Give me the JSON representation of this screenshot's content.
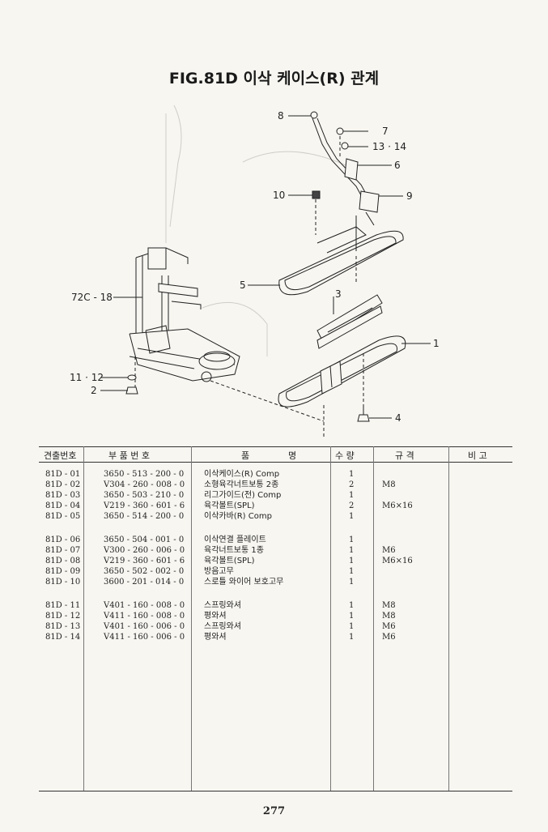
{
  "title": "FIG.81D 이삭 케이스(R) 관계",
  "callouts": {
    "c8": "8",
    "c7": "7",
    "c1314": "13 · 14",
    "c6": "6",
    "c10": "10",
    "c9": "9",
    "c5": "5",
    "c72c18": "72C - 18",
    "c3": "3",
    "c1": "1",
    "c1112": "11 · 12",
    "c2": "2",
    "c4": "4"
  },
  "table": {
    "headers": {
      "no": "견출번호",
      "part": "부 품 번 호",
      "name_1": "품",
      "name_2": "명",
      "qty": "수 량",
      "spec": "규 격",
      "remark": "비 고"
    },
    "rows": [
      {
        "no": "81D - 01",
        "part": "3650 - 513 - 200 - 0",
        "name": "이삭케이스(R) Comp",
        "qty": "1",
        "spec": ""
      },
      {
        "no": "81D - 02",
        "part": "V304 - 260 - 008 - 0",
        "name": "소형육각너트보통 2종",
        "qty": "2",
        "spec": "M8"
      },
      {
        "no": "81D - 03",
        "part": "3650 - 503 - 210 - 0",
        "name": "리그가이드(전) Comp",
        "qty": "1",
        "spec": ""
      },
      {
        "no": "81D - 04",
        "part": "V219 - 360 - 601 - 6",
        "name": "육각볼트(SPL)",
        "qty": "2",
        "spec": "M6×16"
      },
      {
        "no": "81D - 05",
        "part": "3650 - 514 - 200 - 0",
        "name": "이삭카바(R) Comp",
        "qty": "1",
        "spec": ""
      },
      {
        "no": "81D - 06",
        "part": "3650 - 504 - 001 - 0",
        "name": "이삭연결 플레이트",
        "qty": "1",
        "spec": ""
      },
      {
        "no": "81D - 07",
        "part": "V300 - 260 - 006 - 0",
        "name": "육각너트보통 1종",
        "qty": "1",
        "spec": "M6"
      },
      {
        "no": "81D - 08",
        "part": "V219 - 360 - 601 - 6",
        "name": "육각볼트(SPL)",
        "qty": "1",
        "spec": "M6×16"
      },
      {
        "no": "81D - 09",
        "part": "3650 - 502 - 002 - 0",
        "name": "방음고무",
        "qty": "1",
        "spec": ""
      },
      {
        "no": "81D - 10",
        "part": "3600 - 201 - 014 - 0",
        "name": "스로틀 와이어 보호고무",
        "qty": "1",
        "spec": ""
      },
      {
        "no": "81D - 11",
        "part": "V401 - 160 - 008 - 0",
        "name": "스프링와셔",
        "qty": "1",
        "spec": "M8"
      },
      {
        "no": "81D - 12",
        "part": "V411 - 160 - 008 - 0",
        "name": "평와셔",
        "qty": "1",
        "spec": "M8"
      },
      {
        "no": "81D - 13",
        "part": "V401 - 160 - 006 - 0",
        "name": "스프링와셔",
        "qty": "1",
        "spec": "M6"
      },
      {
        "no": "81D - 14",
        "part": "V411 - 160 - 006 - 0",
        "name": "평와셔",
        "qty": "1",
        "spec": "M6"
      }
    ]
  },
  "page_number": "277"
}
